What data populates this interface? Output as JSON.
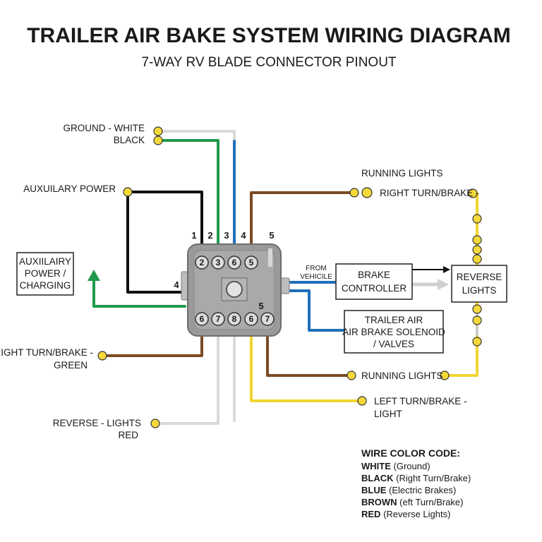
{
  "title": "TRAILER AIR BAKE SYSTEM WIRING DIAGRAM",
  "subtitle": "7-WAY RV BLADE CONNECTOR PINOUT",
  "labels": {
    "ground_white": "GROUND - WHITE",
    "black": "BLACK",
    "aux_power": "AUXUILARY POWER",
    "running_lights_top": "RUNNING LIGHTS",
    "right_turn_brake_top": "RIGHT TURN/BRAKE -",
    "right_turn_brake_left": "RIGHT TURN/BRAKE -",
    "green": "GREEN",
    "reverse_lights": "REVERSE - LIGHTS",
    "red": "RED",
    "running_lights_bottom": "RUNNING LIGHTS",
    "left_turn_brake": "LEFT TURN/BRAKE -",
    "light": "LIGHT",
    "from": "FROM",
    "vehicle": "VEHICILE"
  },
  "boxes": {
    "aux_charging": [
      "AUXIILAIRY",
      "POWER /",
      "CHARGING"
    ],
    "brake_controller": [
      "BRAKE",
      "CONTROLLER"
    ],
    "reverse_lights": [
      "REVERSE",
      "LIGHTS"
    ],
    "solenoid": [
      "TRAILER AIR",
      "AIR BRAKE SOLENOID",
      "/ VALVES"
    ]
  },
  "top_pin_numbers": [
    "1",
    "2",
    "3",
    "4",
    "5"
  ],
  "side_pin_numbers": [
    "4",
    "5"
  ],
  "top_row_pins": [
    "2",
    "3",
    "6",
    "5"
  ],
  "bottom_row_pins": [
    "6",
    "7",
    "8",
    "6",
    "7"
  ],
  "legend": {
    "heading": "WIRE COLOR CODE:",
    "items": [
      {
        "name": "WHITE",
        "desc": "(Ground)"
      },
      {
        "name": "BLACK",
        "desc": "(Right Turn/Brake)"
      },
      {
        "name": "BLUE",
        "desc": "(Electric Brakes)"
      },
      {
        "name": "BROWN",
        "desc": "(eft Turn/Brake)"
      },
      {
        "name": "RED",
        "desc": "(Reverse Lights)"
      }
    ]
  },
  "colors": {
    "white_wire": "#d9d9d9",
    "green_wire": "#1f9a4a",
    "blue_wire": "#1f6fb8",
    "black_wire": "#111111",
    "brown_wire": "#7a4a24",
    "yellow_wire": "#f2d431",
    "terminal": "#f5d83a",
    "connector_body": "#9a9a9a"
  }
}
